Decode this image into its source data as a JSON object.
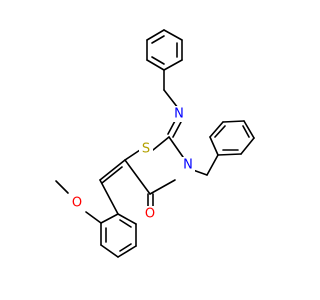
{
  "molecule": {
    "atom_labels": {
      "n_imine": "N",
      "n_ring": "N",
      "s_ring": "S",
      "o_carbonyl": "O",
      "o_ether": "O"
    },
    "colors": {
      "bond": "#000000",
      "nitrogen": "#0000ff",
      "sulfur": "#b3a100",
      "oxygen": "#ff0000"
    }
  }
}
